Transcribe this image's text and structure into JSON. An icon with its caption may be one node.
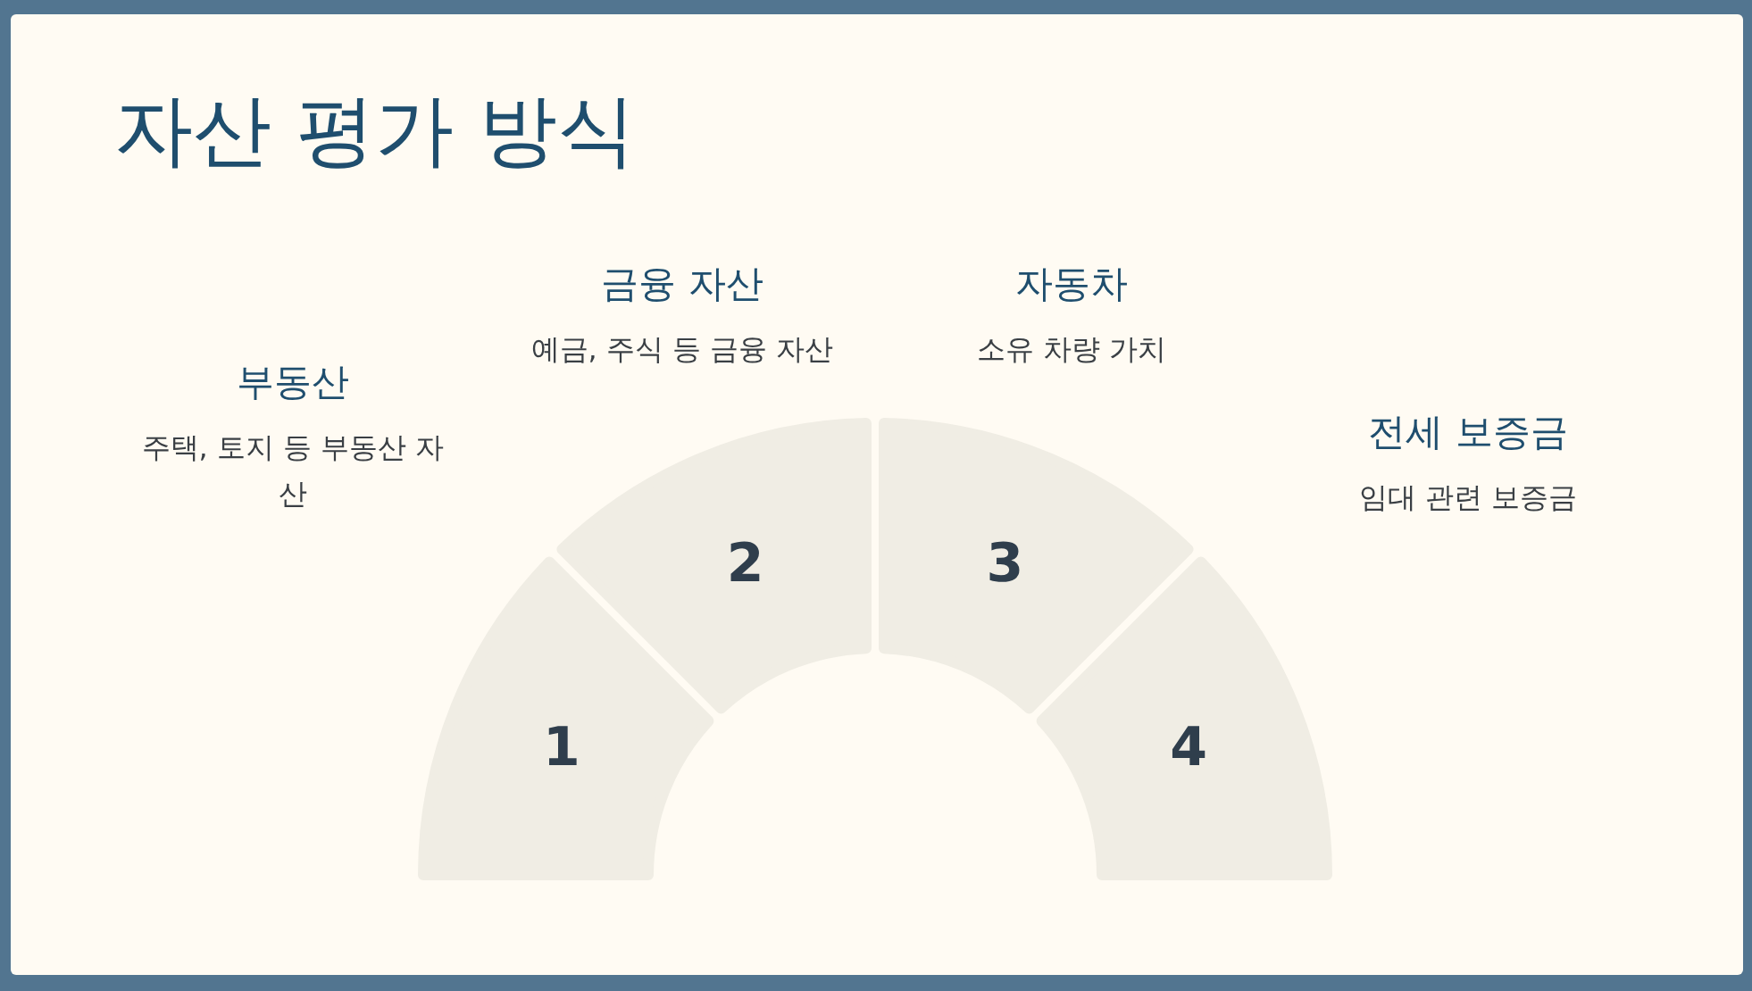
{
  "diagram": {
    "title": "자산 평가 방식",
    "nodes": [
      {
        "text": [
          "1"
        ],
        "beside": [
          "부동산",
          "주택, 토지 등 부동산 자산"
        ]
      },
      {
        "text": [
          "2"
        ],
        "beside": [
          "금융 자산",
          "예금, 주식 등 금융 자산"
        ]
      },
      {
        "text": [
          "3"
        ],
        "beside": [
          "자동차",
          "소유 차량 가치"
        ]
      },
      {
        "text": [
          "4"
        ],
        "beside": [
          "전세 보증금",
          "임대 관련 보증금"
        ]
      }
    ]
  }
}
